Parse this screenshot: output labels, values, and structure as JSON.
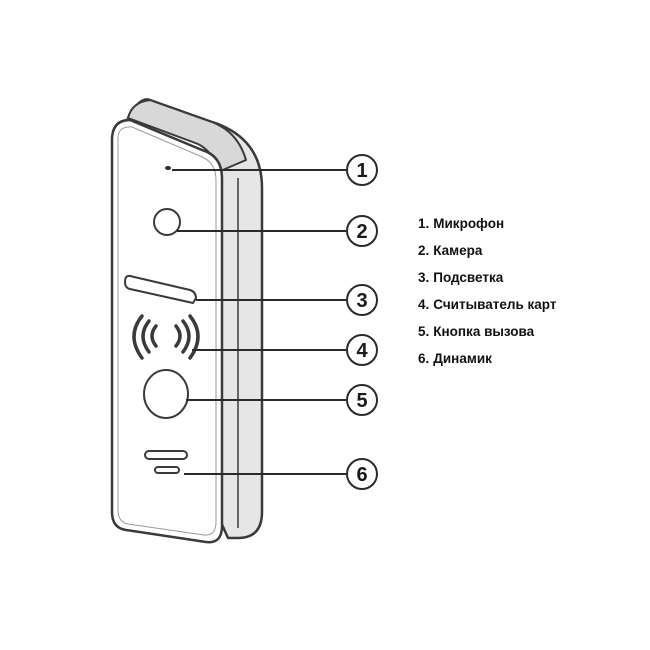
{
  "callouts": [
    "1",
    "2",
    "3",
    "4",
    "5",
    "6"
  ],
  "legend": [
    {
      "number": "1.",
      "label": "Микрофон"
    },
    {
      "number": "2.",
      "label": "Камера"
    },
    {
      "number": "3.",
      "label": "Подсветка"
    },
    {
      "number": "4.",
      "label": "Считыватель карт"
    },
    {
      "number": "5.",
      "label": "Кнопка вызова"
    },
    {
      "number": "6.",
      "label": "Динамик"
    }
  ],
  "colors": {
    "outline": "#3a3a3a",
    "line": "#2a2a2a",
    "side_fill": "#e6e6e6",
    "top_fill": "#d8d8d8",
    "front_fill": "#ffffff",
    "text": "#111111"
  }
}
